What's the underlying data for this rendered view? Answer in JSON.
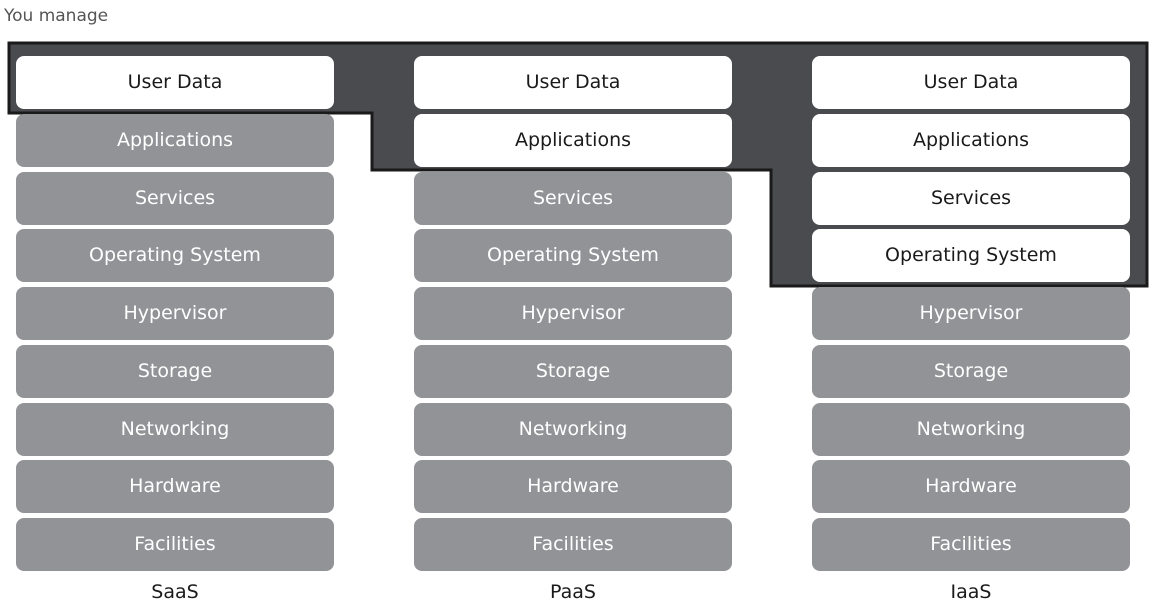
{
  "caption": "You manage",
  "colors": {
    "managed_region": "#4a4b4e",
    "managed_layer": "#ffffff",
    "provider_layer": "#929396",
    "border": "#1a1a1a"
  },
  "columns": [
    {
      "label": "SaaS",
      "managed_count": 1,
      "layers": [
        "User Data",
        "Applications",
        "Services",
        "Operating System",
        "Hypervisor",
        "Storage",
        "Networking",
        "Hardware",
        "Facilities"
      ]
    },
    {
      "label": "PaaS",
      "managed_count": 2,
      "layers": [
        "User Data",
        "Applications",
        "Services",
        "Operating System",
        "Hypervisor",
        "Storage",
        "Networking",
        "Hardware",
        "Facilities"
      ]
    },
    {
      "label": "IaaS",
      "managed_count": 4,
      "layers": [
        "User Data",
        "Applications",
        "Services",
        "Operating System",
        "Hypervisor",
        "Storage",
        "Networking",
        "Hardware",
        "Facilities"
      ]
    }
  ]
}
